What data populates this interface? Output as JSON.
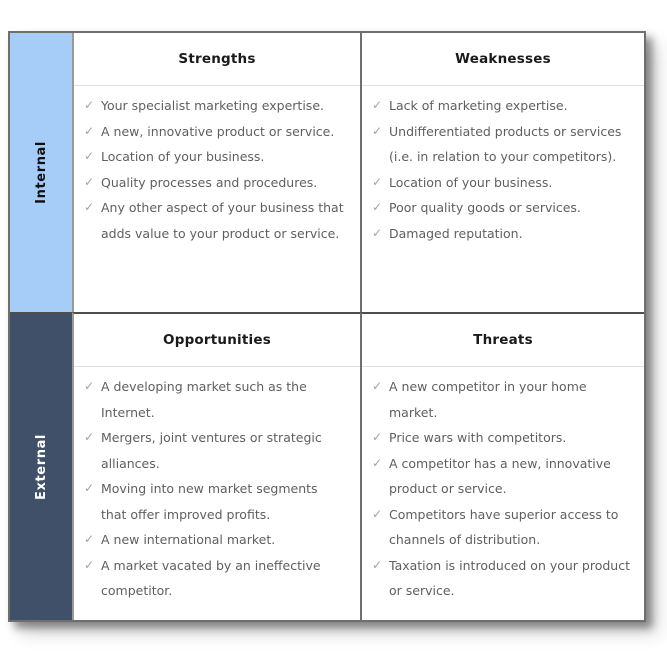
{
  "diagram": {
    "type": "swot-matrix",
    "check_glyph": "✓",
    "row_labels": {
      "internal": "Internal",
      "external": "External"
    },
    "quadrants": {
      "strengths": {
        "title": "Strengths",
        "items": [
          "Your specialist marketing expertise.",
          "A new, innovative product or service.",
          "Location of your business.",
          "Quality processes and procedures.",
          "Any other aspect of your business that adds value to your product or service."
        ]
      },
      "weaknesses": {
        "title": "Weaknesses",
        "items": [
          "Lack of marketing expertise.",
          "Undifferentiated products or services (i.e. in relation to your competitors).",
          "Location of your business.",
          "Poor quality goods or services.",
          "Damaged reputation."
        ]
      },
      "opportunities": {
        "title": "Opportunities",
        "items": [
          "A developing market such as the Internet.",
          "Mergers, joint ventures or strategic alliances.",
          "Moving into new market segments that offer improved profits.",
          "A new international market.",
          "A market vacated by an ineffective competitor."
        ]
      },
      "threats": {
        "title": "Threats",
        "items": [
          "A new competitor in your home market.",
          "Price wars with competitors.",
          "A competitor has a new, innovative product or service.",
          "Competitors have superior access to channels of distribution.",
          "Taxation is introduced on your product or service."
        ]
      }
    },
    "colors": {
      "internal_bg": "#a6ccf8",
      "internal_text": "#111111",
      "external_bg": "#415069",
      "external_text": "#ffffff",
      "border_outer": "#6f6f6f",
      "border_center": "#4e4e4e",
      "header_divider": "#e0e0e0",
      "body_text": "#5f5f5f",
      "check": "#a2a2a2"
    }
  }
}
